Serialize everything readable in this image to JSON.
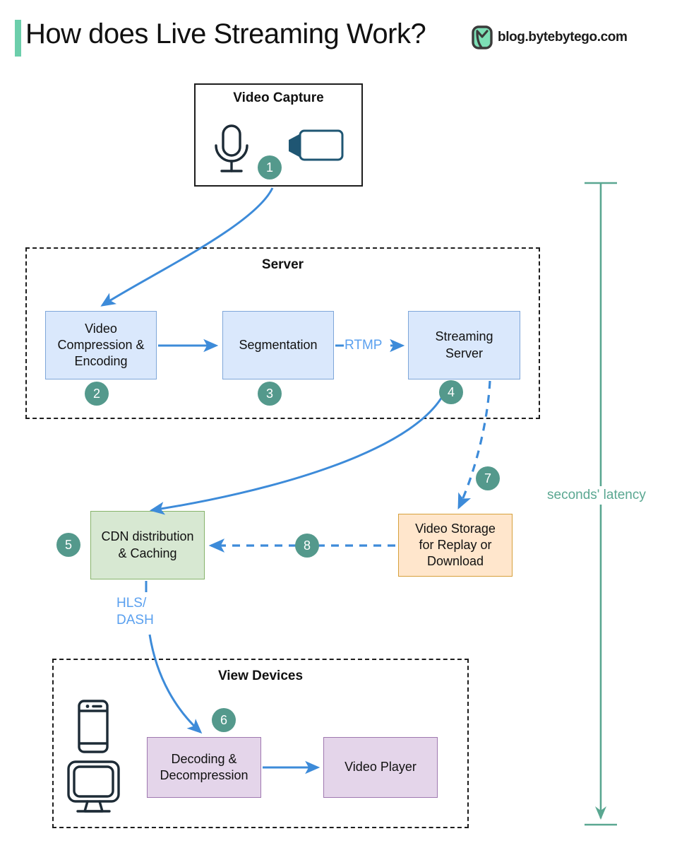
{
  "header": {
    "title": "How does Live Streaming Work?",
    "brand_label": "blog.bytebytego.com",
    "logo_icon": "bytebytego-logo-icon",
    "accent_color": "#6cceab"
  },
  "groups": {
    "video_capture": {
      "title": "Video Capture",
      "icons": [
        "microphone-icon",
        "video-camera-icon"
      ]
    },
    "server": {
      "title": "Server"
    },
    "view_devices": {
      "title": "View Devices",
      "icons": [
        "smartphone-icon",
        "desktop-monitor-icon"
      ]
    }
  },
  "nodes": [
    {
      "id": "video-compression-encoding",
      "label": "Video\nCompression &\nEncoding",
      "color": "#dae8fc",
      "border": "#7ea6d9"
    },
    {
      "id": "segmentation",
      "label": "Segmentation",
      "color": "#dae8fc",
      "border": "#7ea6d9"
    },
    {
      "id": "streaming-server",
      "label": "Streaming\nServer",
      "color": "#dae8fc",
      "border": "#7ea6d9"
    },
    {
      "id": "cdn-distribution-caching",
      "label": "CDN distribution\n& Caching",
      "color": "#d7e8d2",
      "border": "#86b36b"
    },
    {
      "id": "video-storage",
      "label": "Video Storage\nfor Replay or\nDownload",
      "color": "#ffe6cc",
      "border": "#d6a03b"
    },
    {
      "id": "decoding-decompression",
      "label": "Decoding &\nDecompression",
      "color": "#e4d5ea",
      "border": "#9f78b0"
    },
    {
      "id": "video-player",
      "label": "Video Player",
      "color": "#e4d5ea",
      "border": "#9f78b0"
    }
  ],
  "badges": [
    {
      "number": "1",
      "at": "video-capture"
    },
    {
      "number": "2",
      "at": "video-compression-encoding"
    },
    {
      "number": "3",
      "at": "segmentation"
    },
    {
      "number": "4",
      "at": "streaming-server"
    },
    {
      "number": "5",
      "at": "cdn-distribution-caching"
    },
    {
      "number": "6",
      "at": "decoding-decompression"
    },
    {
      "number": "7",
      "at": "streaming-server-to-storage"
    },
    {
      "number": "8",
      "at": "storage-to-cdn"
    }
  ],
  "edge_labels": {
    "rtmp": "RTMP",
    "hls_dash": "HLS/\nDASH"
  },
  "latency": {
    "label": "seconds' latency",
    "color": "#5aa791"
  },
  "colors": {
    "badge": "#54998c",
    "arrow": "#3d8bd9",
    "edge_label": "#5aa0ef",
    "dark_outline": "#1d2b36",
    "camera_outline": "#1f5673"
  }
}
